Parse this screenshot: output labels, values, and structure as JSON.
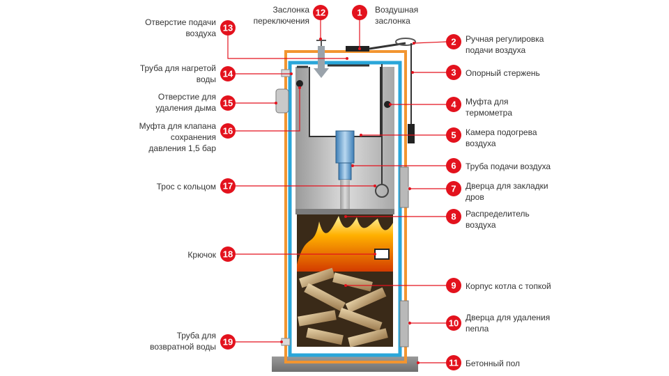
{
  "colors": {
    "marker": "#e3121d",
    "leader": "#e3121d",
    "outer_casing": "#f29530",
    "water_jacket": "#2aa6d9",
    "steel": "#c9c9c9",
    "floor": "#8a8a8a",
    "fire": "#ff8a00"
  },
  "callouts": [
    {
      "number": "1",
      "lines": [
        "Воздушная",
        "заслонка"
      ]
    },
    {
      "number": "2",
      "lines": [
        "Ручная регулировка",
        "подачи воздуха"
      ]
    },
    {
      "number": "3",
      "lines": [
        "Опорный стержень"
      ]
    },
    {
      "number": "4",
      "lines": [
        "Муфта для",
        "термометра"
      ]
    },
    {
      "number": "5",
      "lines": [
        "Камера подогрева",
        "воздуха"
      ]
    },
    {
      "number": "6",
      "lines": [
        "Труба подачи воздуха"
      ]
    },
    {
      "number": "7",
      "lines": [
        "Дверца для закладки",
        "дров"
      ]
    },
    {
      "number": "8",
      "lines": [
        "Распределитель",
        "воздуха"
      ]
    },
    {
      "number": "9",
      "lines": [
        "Корпус котла с топкой"
      ]
    },
    {
      "number": "10",
      "lines": [
        "Дверца для удаления",
        "пепла"
      ]
    },
    {
      "number": "11",
      "lines": [
        "Бетонный пол"
      ]
    },
    {
      "number": "12",
      "lines": [
        "Заслонка",
        "переключения"
      ]
    },
    {
      "number": "13",
      "lines": [
        "Отверстие подачи",
        "воздуха"
      ]
    },
    {
      "number": "14",
      "lines": [
        "Труба для нагретой",
        "воды"
      ]
    },
    {
      "number": "15",
      "lines": [
        "Отверстие для",
        "удаления дыма"
      ]
    },
    {
      "number": "16",
      "lines": [
        "Муфта для клапана",
        "сохранения",
        "давления 1,5 бар"
      ]
    },
    {
      "number": "17",
      "lines": [
        "Трос с кольцом"
      ]
    },
    {
      "number": "18",
      "lines": [
        "Крючок"
      ]
    },
    {
      "number": "19",
      "lines": [
        "Труба для",
        "возвратной воды"
      ]
    }
  ]
}
